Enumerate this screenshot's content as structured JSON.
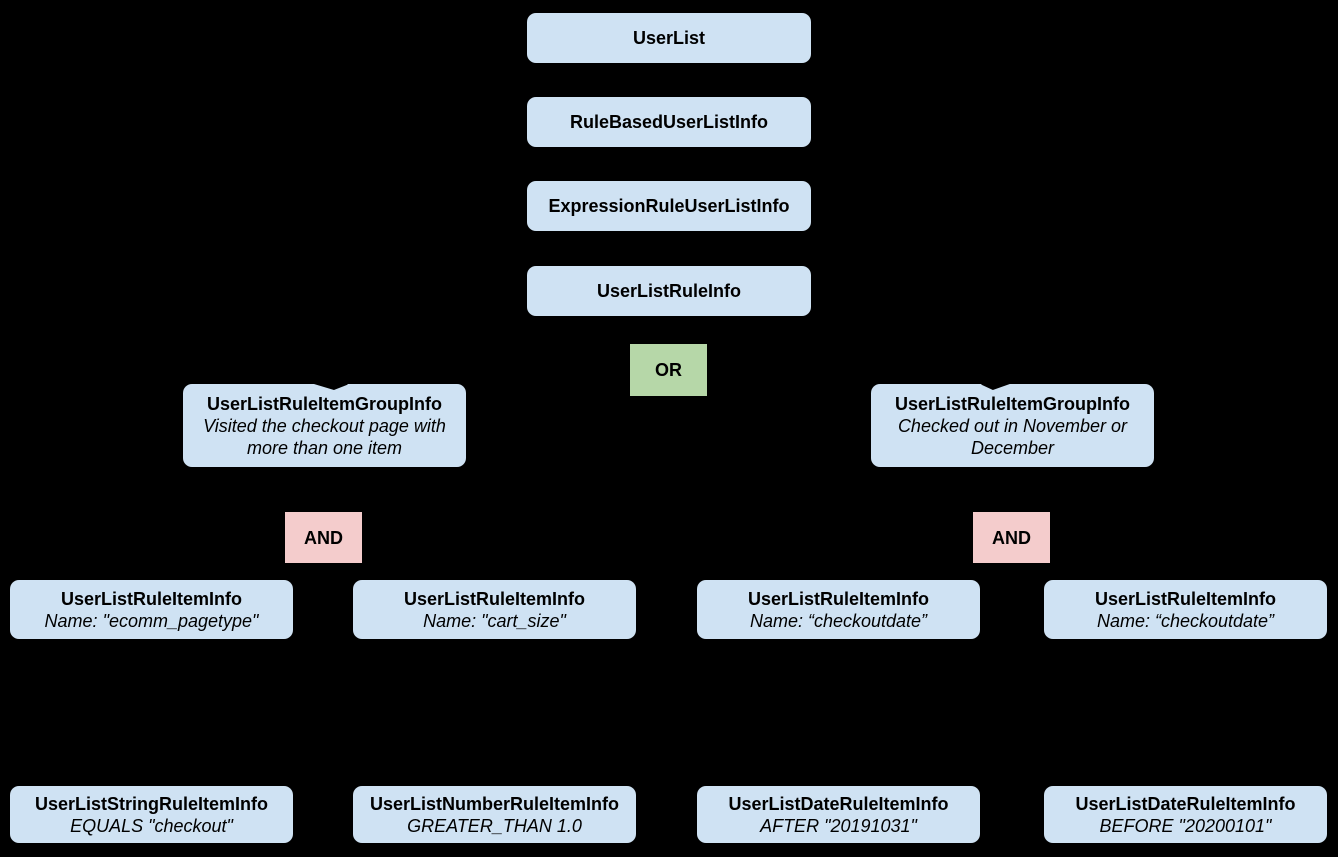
{
  "colors": {
    "background": "#000000",
    "class_box_fill": "#cfe2f3",
    "or_box_fill": "#b6d7a8",
    "and_box_fill": "#f4cccc",
    "text": "#000000"
  },
  "nodes": {
    "userlist": {
      "label": "UserList"
    },
    "rule_based_user_list_info": {
      "label": "RuleBasedUserListInfo"
    },
    "expression_rule_user_list_info": {
      "label": "ExpressionRuleUserListInfo"
    },
    "user_list_rule_info": {
      "label": "UserListRuleInfo"
    },
    "or_operator": {
      "label": "OR"
    },
    "group_left": {
      "label": "UserListRuleItemGroupInfo",
      "description": "Visited the checkout page with more than one item"
    },
    "group_right": {
      "label": "UserListRuleItemGroupInfo",
      "description": "Checked out in November or December"
    },
    "and_left": {
      "label": "AND"
    },
    "and_right": {
      "label": "AND"
    },
    "item_ecomm_pagetype": {
      "label": "UserListRuleItemInfo",
      "description": "Name: \"ecomm_pagetype\""
    },
    "item_cart_size": {
      "label": "UserListRuleItemInfo",
      "description": "Name: \"cart_size\""
    },
    "item_checkoutdate_after": {
      "label": "UserListRuleItemInfo",
      "description": "Name: “checkoutdate”"
    },
    "item_checkoutdate_before": {
      "label": "UserListRuleItemInfo",
      "description": "Name: “checkoutdate”"
    },
    "leaf_string": {
      "label": "UserListStringRuleItemInfo",
      "description": "EQUALS \"checkout\""
    },
    "leaf_number": {
      "label": "UserListNumberRuleItemInfo",
      "description": "GREATER_THAN 1.0"
    },
    "leaf_date_after": {
      "label": "UserListDateRuleItemInfo",
      "description": "AFTER \"20191031\""
    },
    "leaf_date_before": {
      "label": "UserListDateRuleItemInfo",
      "description": "BEFORE \"20200101\""
    }
  }
}
